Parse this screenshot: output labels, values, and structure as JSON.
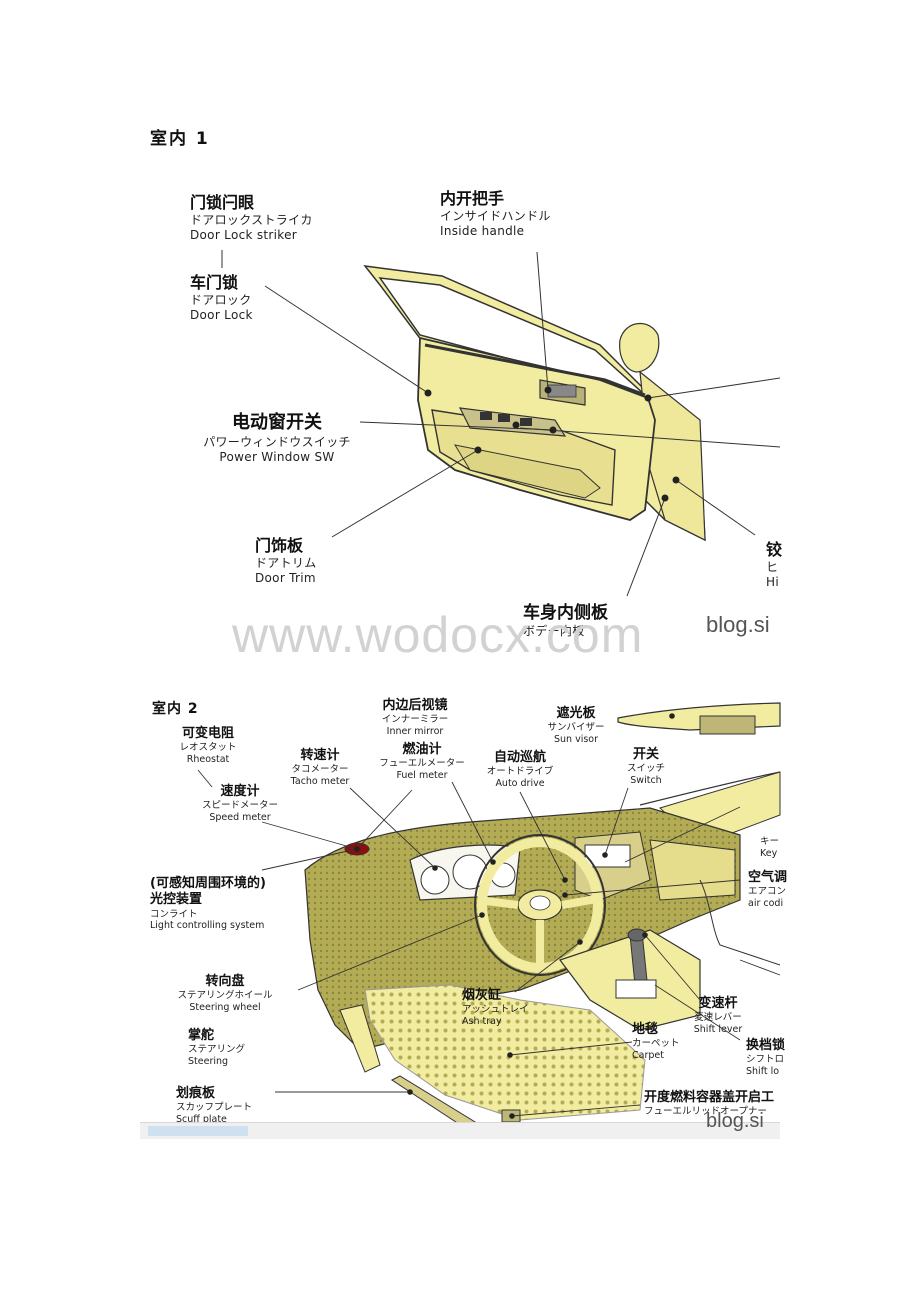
{
  "diagram1": {
    "title": "室内 1",
    "labels": {
      "striker": {
        "zh": "门锁闩眼",
        "ja": "ドアロックストライカ",
        "en": "Door Lock striker"
      },
      "lock": {
        "zh": "车门锁",
        "ja": "ドアロック",
        "en": "Door Lock"
      },
      "handle": {
        "zh": "内开把手",
        "ja": "インサイドハンドル",
        "en": "Inside handle"
      },
      "window_sw": {
        "zh": "电动窗开关",
        "ja": "パワーウィンドウスイッチ",
        "en": "Power Window SW"
      },
      "trim": {
        "zh": "门饰板",
        "ja": "ドアトリム",
        "en": "Door Trim"
      },
      "body_side": {
        "zh": "车身内侧板",
        "ja": "ボデー内板"
      },
      "hinge": {
        "zh": "铰",
        "ja": "ヒ",
        "en": "Hi"
      }
    },
    "watermark": "www.wodocx.com",
    "blog": "blog.si"
  },
  "diagram2": {
    "title": "室内 2",
    "labels": {
      "rheostat": {
        "zh": "可变电阻",
        "ja": "レオスタット",
        "en": "Rheostat"
      },
      "inner_mirror": {
        "zh": "内边后视镜",
        "ja": "インナーミラー",
        "en": "Inner mirror"
      },
      "sun_visor": {
        "zh": "遮光板",
        "ja": "サンバイザー",
        "en": "Sun visor"
      },
      "tacho": {
        "zh": "转速计",
        "ja": "タコメーター",
        "en": "Tacho meter"
      },
      "fuel": {
        "zh": "燃油计",
        "ja": "フューエルメーター",
        "en": "Fuel meter"
      },
      "auto_drive": {
        "zh": "自动巡航",
        "ja": "オートドライブ",
        "en": "Auto drive"
      },
      "switch": {
        "zh": "开关",
        "ja": "スイッチ",
        "en": "Switch"
      },
      "speed": {
        "zh": "速度计",
        "ja": "スピードメーター",
        "en": "Speed meter"
      },
      "light_ctrl": {
        "zh1": "(可感知周围环境的)",
        "zh2": "光控装置",
        "ja": "コンライト",
        "en": "Light controlling system"
      },
      "key_partial": {
        "zh": "キー",
        "en": "Key"
      },
      "aircon_partial": {
        "zh": "空气调",
        "ja": "エアコン",
        "en": "air codi"
      },
      "steering_wheel": {
        "zh": "转向盘",
        "ja": "ステアリングホイール",
        "en": "Steering wheel"
      },
      "ash_tray": {
        "zh": "烟灰缸",
        "ja": "アッシュトレイ",
        "en": "Ash tray"
      },
      "shift_lever": {
        "zh": "变速杆",
        "ja": "変速レバー",
        "en": "Shift lever"
      },
      "steering": {
        "zh": "掌舵",
        "ja": "ステアリング",
        "en": "Steering"
      },
      "carpet": {
        "zh": "地毯",
        "ja": "カーペット",
        "en": "Carpet"
      },
      "shift_lock": {
        "zh": "换档锁",
        "ja": "シフトロ",
        "en": "Shift lo"
      },
      "scuff": {
        "zh": "划痕板",
        "ja": "スカッフプレート",
        "en": "Scuff plate"
      },
      "fuel_lid": {
        "zh": "开度燃料容器盖开启工",
        "ja": "フューエルリッドオープナー"
      }
    },
    "blog": "blog.si"
  }
}
